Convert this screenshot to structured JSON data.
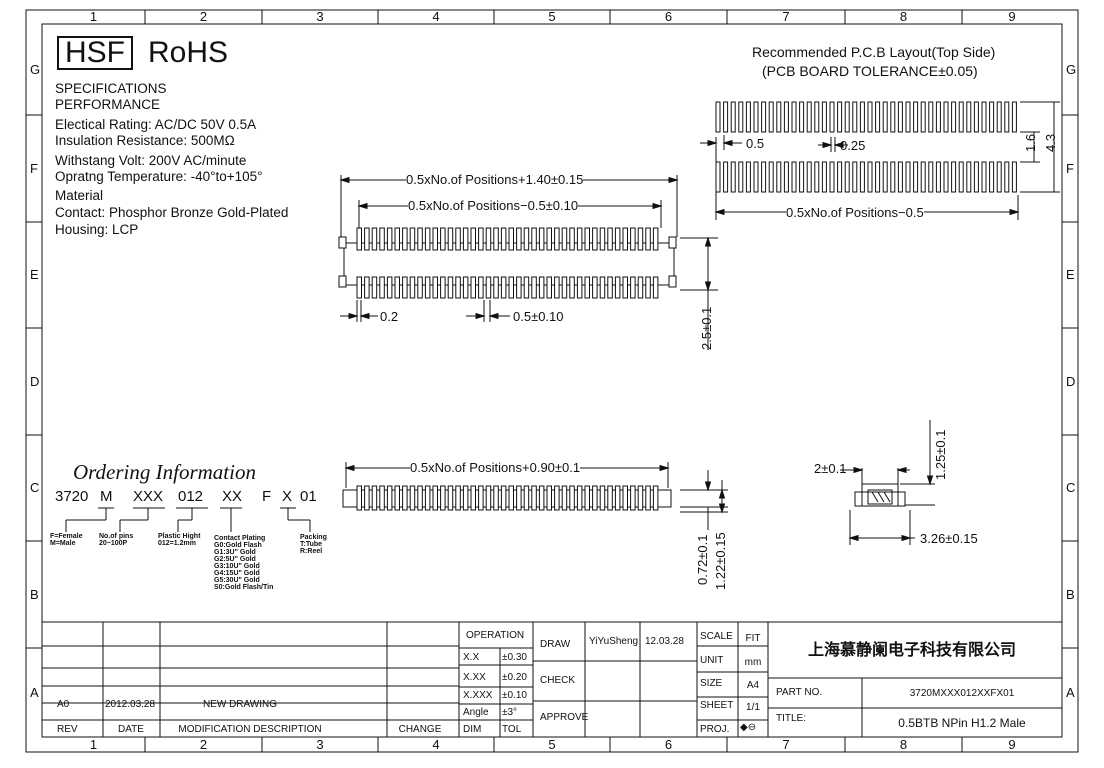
{
  "frame": {
    "columns": [
      "1",
      "2",
      "3",
      "4",
      "5",
      "6",
      "7",
      "8",
      "9"
    ],
    "rows": [
      "G",
      "F",
      "E",
      "D",
      "C",
      "B",
      "A"
    ]
  },
  "logo": {
    "hsf": "HSF",
    "rohs": "RoHS"
  },
  "specs": [
    "SPECIFICATIONS",
    "PERFORMANCE",
    "Electical Rating: AC/DC 50V 0.5A",
    "Insulation Resistance:     500MΩ",
    "Withstang Volt: 200V AC/minute",
    "Opratng Temperature: -40°to+105°",
    "Material",
    "Contact: Phosphor Bronze Gold-Plated",
    "Housing: LCP"
  ],
  "pcb": {
    "title": "Recommended P.C.B Layout(Top Side)",
    "tolerance": "(PCB BOARD TOLERANCE±0.05)",
    "dim_pitch": "0.5",
    "dim_width": "0.25",
    "dim_pad": "1.6",
    "dim_total": "4.3",
    "dim_length": "0.5xNo.of Positions−0.5"
  },
  "top_view": {
    "dim_overall": "0.5xNo.of Positions+1.40±0.15",
    "dim_pins": "0.5xNo.of Positions−0.5±0.10",
    "dim_pin_width": "0.2",
    "dim_pitch": "0.5±0.10",
    "dim_depth": "2.5±0.1"
  },
  "side_view": {
    "dim_length": "0.5xNo.of Positions+0.90±0.1",
    "dim_h1": "0.72±0.1",
    "dim_h2": "1.22±0.15"
  },
  "section": {
    "dim_a": "2±0.1",
    "dim_b": "1.25±0.1",
    "dim_c": "3.26±0.15"
  },
  "ordering": {
    "title": "Ordering Information",
    "code": [
      "3720",
      "M",
      "XXX",
      "012",
      "XX",
      "F",
      "X",
      "01"
    ],
    "gender": [
      "F=Female",
      "M=Male"
    ],
    "pins": [
      "No.of  pins",
      "20~100P"
    ],
    "height": [
      "Plastic  Hight",
      "012=1.2mm"
    ],
    "plating": [
      "Contact  Plating",
      "G0:Gold  Flash",
      "G1:3U\"  Gold",
      "G2:5U\"  Gold",
      "G3:10U\"  Gold",
      "G4:15U\"  Gold",
      "G5:30U\"  Gold",
      "S0:Gold  Flash/Tin"
    ],
    "packing": [
      "Packing",
      "T:Tube",
      "R:Reel"
    ]
  },
  "title_block": {
    "rev_row": {
      "rev": "A0",
      "date": "2012.03.28",
      "desc": "NEW DRAWING"
    },
    "headers": {
      "rev": "REV",
      "date": "DATE",
      "desc": "MODIFICATION  DESCRIPTION",
      "change": "CHANGE"
    },
    "operation": "OPERATION",
    "tolerances": [
      [
        "X.X",
        "±0.30"
      ],
      [
        "X.XX",
        "±0.20"
      ],
      [
        "X.XXX",
        "±0.10"
      ],
      [
        "Angle",
        "±3°"
      ],
      [
        "DIM",
        "TOL"
      ]
    ],
    "draw": "DRAW",
    "drawer": "YiYuSheng",
    "draw_date": "12.03.28",
    "check": "CHECK",
    "approve": "APPROVE",
    "scale_label": "SCALE",
    "scale": "FIT",
    "unit_label": "UNIT",
    "unit": "mm",
    "size_label": "SIZE",
    "size": "A4",
    "sheet_label": "SHEET",
    "sheet": "1/1",
    "proj_label": "PROJ.",
    "company": "上海慕静阑电子科技有限公司",
    "part_no_label": "PART  NO.",
    "part_no": "3720MXXX012XXFX01",
    "title_label": "TITLE:",
    "title": "0.5BTB   NPin  H1.2  Male"
  }
}
